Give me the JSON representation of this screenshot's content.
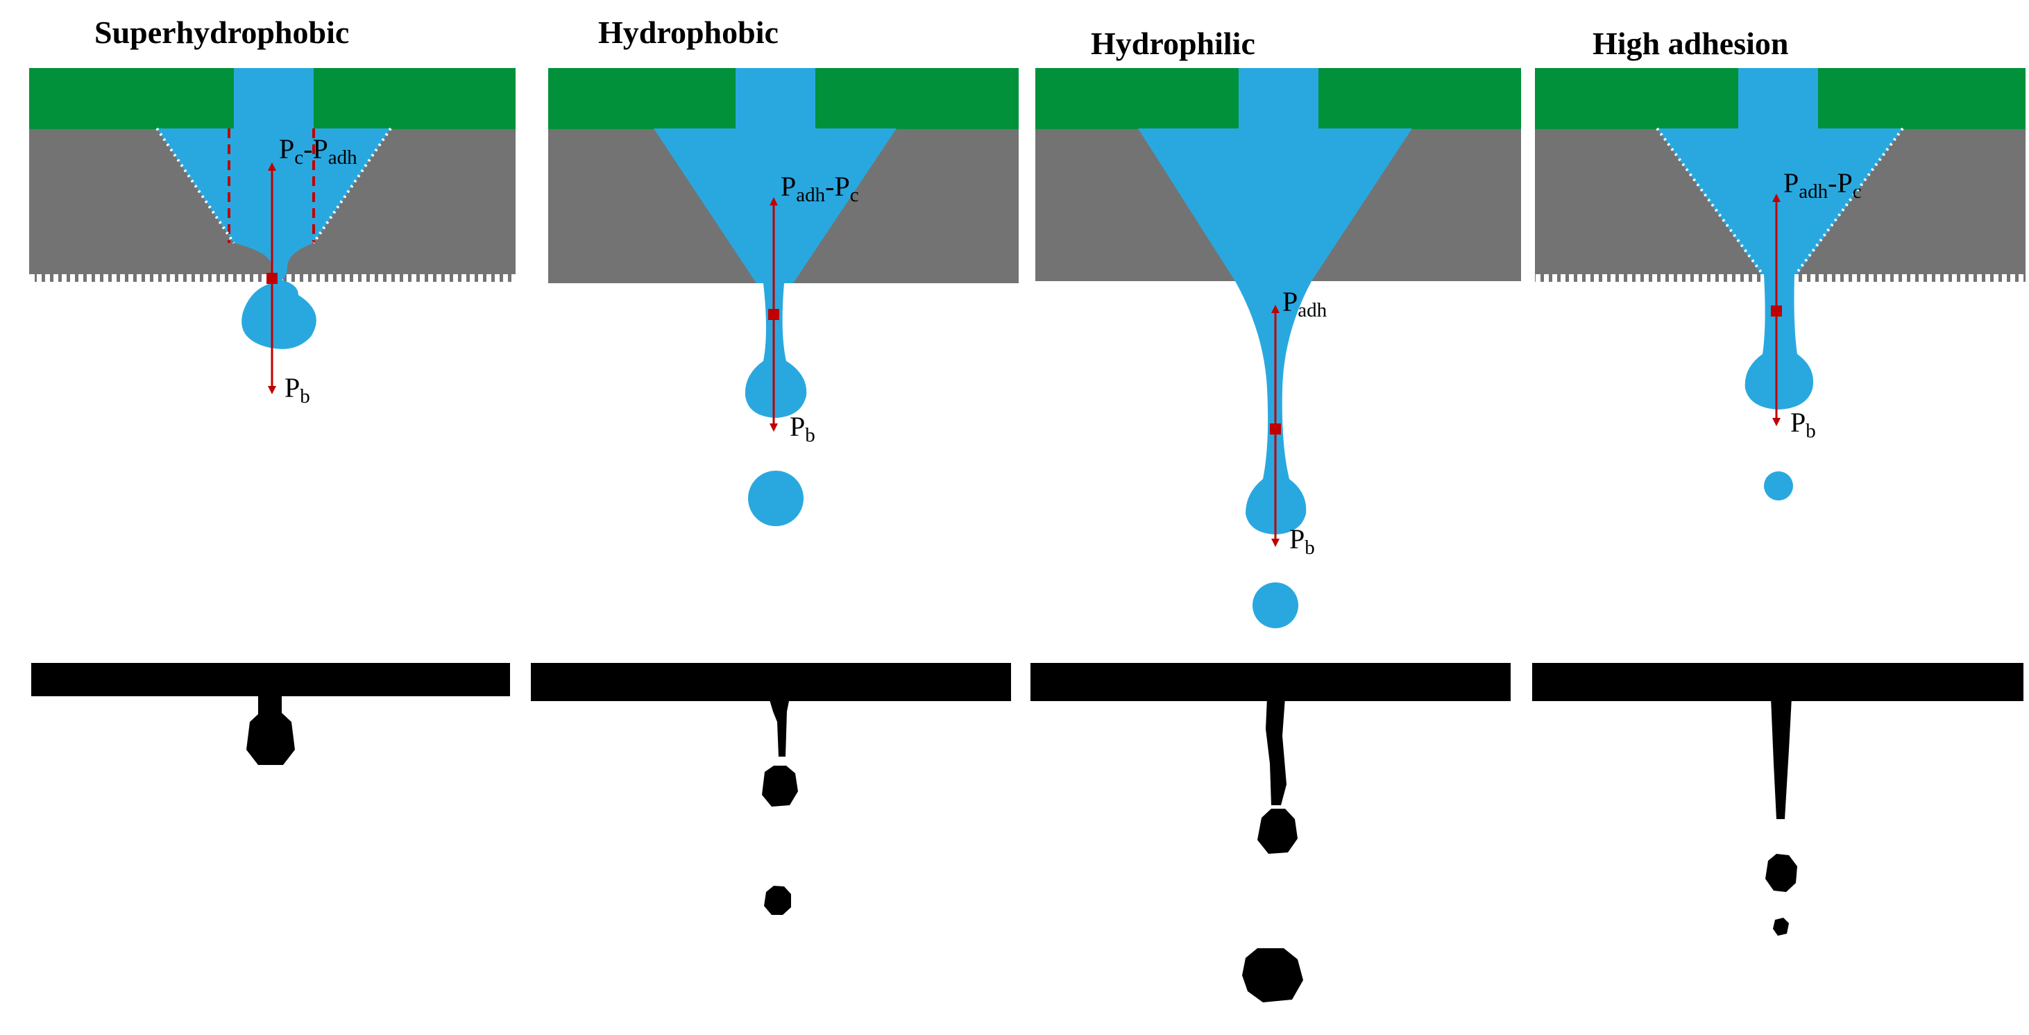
{
  "colors": {
    "substrate": "#00913a",
    "body": "#737373",
    "water": "#29a8e0",
    "force": "#c00000",
    "photo": "#000000",
    "background": "#ffffff"
  },
  "panels": [
    {
      "title": "Superhydrophobic",
      "label_top": {
        "main": "P",
        "sub1": "c",
        "sep": "-P",
        "sub2": "adh"
      },
      "label_bottom": {
        "main": "P",
        "sub": "b"
      }
    },
    {
      "title": "Hydrophobic",
      "label_top": {
        "main": "P",
        "sub1": "adh",
        "sep": "-P",
        "sub2": "c"
      },
      "label_bottom": {
        "main": "P",
        "sub": "b"
      }
    },
    {
      "title": "Hydrophilic",
      "label_top": {
        "main": "P",
        "sub1": "adh",
        "sep": "",
        "sub2": ""
      },
      "label_bottom": {
        "main": "P",
        "sub": "b"
      }
    },
    {
      "title": "High adhesion",
      "label_top": {
        "main": "P",
        "sub1": "adh",
        "sep": "-P",
        "sub2": "c"
      },
      "label_bottom": {
        "main": "P",
        "sub": "b"
      }
    }
  ]
}
